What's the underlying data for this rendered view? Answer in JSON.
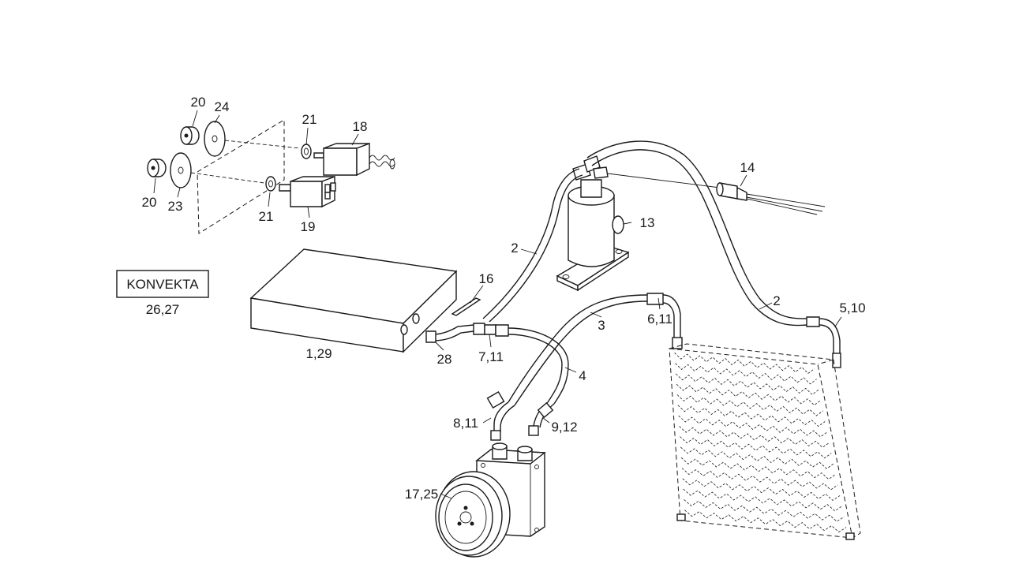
{
  "brand_label": "KONVEKTA",
  "brand_parts": "26,27",
  "callouts": {
    "c20a": "20",
    "c24": "24",
    "c21a": "21",
    "c18": "18",
    "c20b": "20",
    "c23": "23",
    "c21b": "21",
    "c19": "19",
    "c14": "14",
    "c13": "13",
    "c2a": "2",
    "c2b": "2",
    "c16": "16",
    "c1_29": "1,29",
    "c28": "28",
    "c7_11": "7,11",
    "c3": "3",
    "c6_11": "6,11",
    "c5_10": "5,10",
    "c4": "4",
    "c8_11": "8,11",
    "c9_12": "9,12",
    "c17_25": "17,25"
  }
}
